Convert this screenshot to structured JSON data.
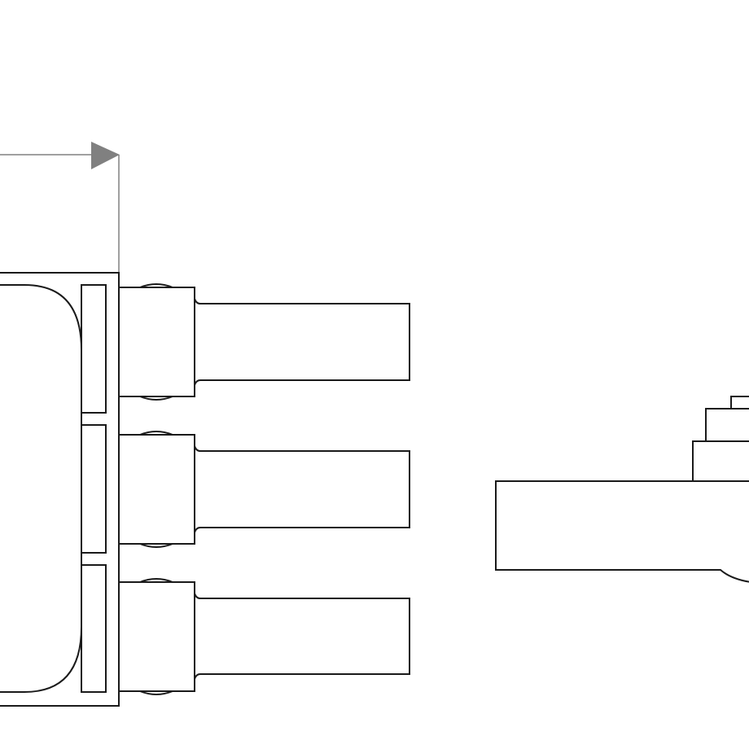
{
  "drawing": {
    "line_color": "#1a1a1a",
    "dimension_color": "#808080",
    "background": "#ffffff",
    "pins": [
      "pin-1",
      "pin-2",
      "pin-3"
    ]
  }
}
